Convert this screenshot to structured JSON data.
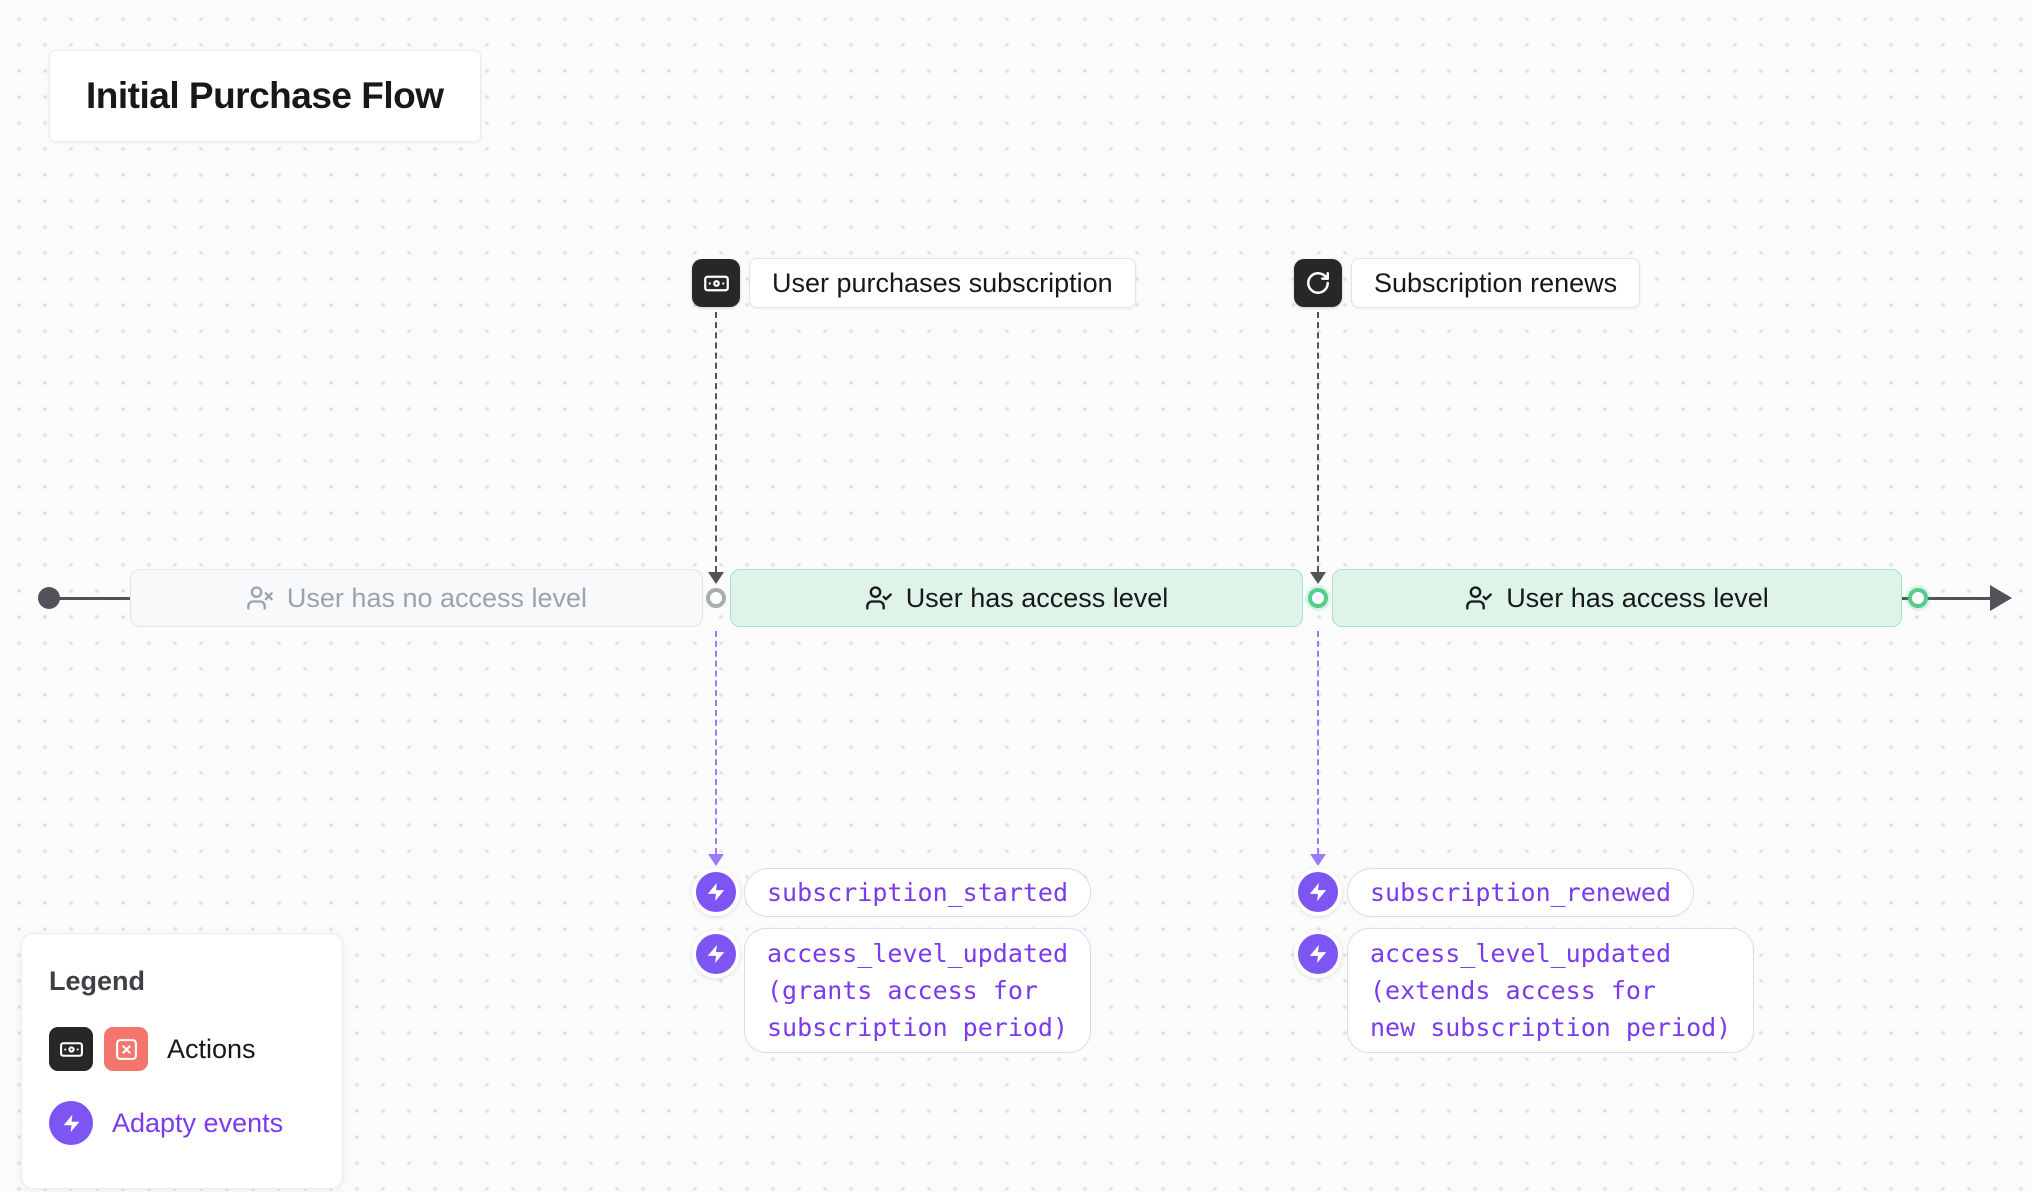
{
  "title": "Initial Purchase Flow",
  "actions": [
    {
      "icon": "banknote-icon",
      "label": "User purchases subscription"
    },
    {
      "icon": "rotate-cw-icon",
      "label": "Subscription renews"
    }
  ],
  "timeline": {
    "states": [
      {
        "label": "User has no access level",
        "status": "none",
        "icon": "user-x-icon"
      },
      {
        "label": "User has access level",
        "status": "active",
        "icon": "user-check-icon"
      },
      {
        "label": "User has access level",
        "status": "active",
        "icon": "user-check-icon"
      }
    ]
  },
  "event_groups": [
    {
      "events": [
        {
          "label": "subscription_started"
        },
        {
          "label": "access_level_updated\n(grants access for\nsubscription period)"
        }
      ]
    },
    {
      "events": [
        {
          "label": "subscription_renewed"
        },
        {
          "label": "access_level_updated\n(extends access for\nnew subscription period)"
        }
      ]
    }
  ],
  "legend": {
    "title": "Legend",
    "actions_label": "Actions",
    "events_label": "Adapty events"
  },
  "colors": {
    "accent_purple": "#7D55F3",
    "event_text_purple": "#7C3AED",
    "green_bg": "#DEF4E8",
    "green_border": "#A9E2C4",
    "dark_icon": "#27272A",
    "red_icon": "#F4756C",
    "line_gray": "#52525B"
  }
}
